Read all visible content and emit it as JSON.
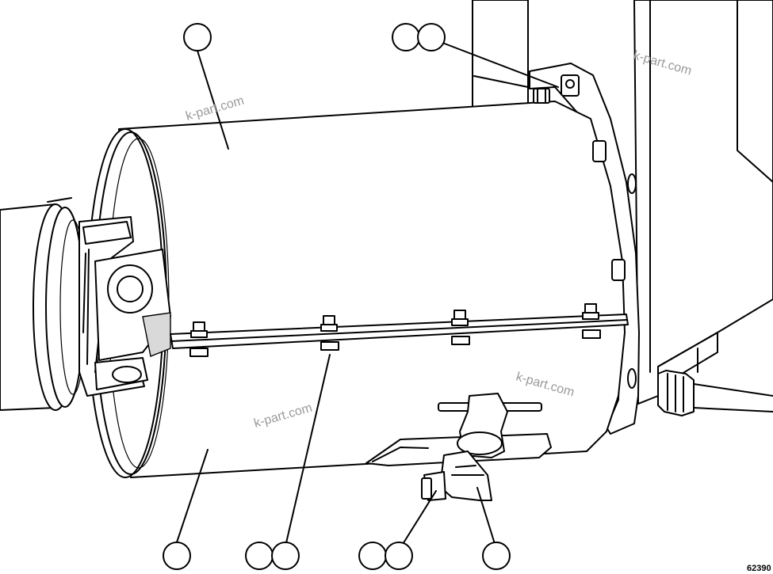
{
  "watermarks": [
    "k-part.com",
    "k-part.com",
    "k-part.com",
    "k-part.com"
  ],
  "figure_number": "62390",
  "callouts": [
    {
      "name": "callout-muffler-top",
      "count": 1
    },
    {
      "name": "callout-flange-bolts",
      "count": 2
    },
    {
      "name": "callout-muffler-bottom",
      "count": 1
    },
    {
      "name": "callout-strap-bolts",
      "count": 2
    },
    {
      "name": "callout-clamp-bolts",
      "count": 2
    },
    {
      "name": "callout-bracket",
      "count": 1
    }
  ]
}
